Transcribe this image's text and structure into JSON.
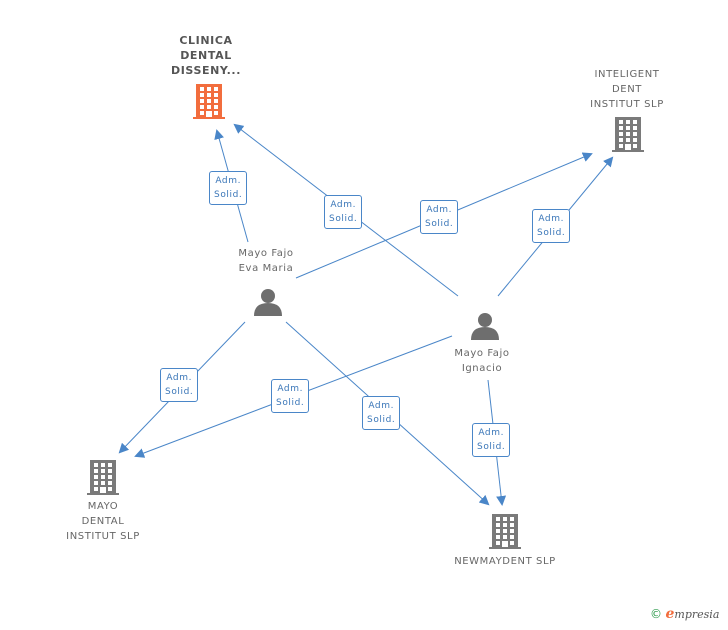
{
  "diagram": {
    "companies": [
      {
        "id": "clinica",
        "name": "CLINICA\nDENTAL\nDISSENY...",
        "focus": true,
        "color": "#f26d3d"
      },
      {
        "id": "inteligent",
        "name": "INTELIGENT\nDENT\nINSTITUT  SLP",
        "focus": false,
        "color": "#7a7a7a"
      },
      {
        "id": "mayo",
        "name": "MAYO\nDENTAL\nINSTITUT SLP",
        "focus": false,
        "color": "#7a7a7a"
      },
      {
        "id": "newmaydent",
        "name": "NEWMAYDENT SLP",
        "focus": false,
        "color": "#7a7a7a"
      }
    ],
    "persons": [
      {
        "id": "eva",
        "name": "Mayo Fajo\nEva Maria",
        "color": "#6e6e6e"
      },
      {
        "id": "ignacio",
        "name": "Mayo Fajo\nIgnacio",
        "color": "#6e6e6e"
      }
    ],
    "relations": [
      {
        "from": "eva",
        "to": "clinica",
        "label": "Adm.\nSolid."
      },
      {
        "from": "ignacio",
        "to": "clinica",
        "label": "Adm.\nSolid."
      },
      {
        "from": "eva",
        "to": "inteligent",
        "label": "Adm.\nSolid."
      },
      {
        "from": "ignacio",
        "to": "inteligent",
        "label": "Adm.\nSolid."
      },
      {
        "from": "eva",
        "to": "mayo",
        "label": "Adm.\nSolid."
      },
      {
        "from": "ignacio",
        "to": "mayo",
        "label": "Adm.\nSolid."
      },
      {
        "from": "eva",
        "to": "newmaydent",
        "label": "Adm.\nSolid."
      },
      {
        "from": "ignacio",
        "to": "newmaydent",
        "label": "Adm.\nSolid."
      }
    ],
    "edge_color": "#4a86c8"
  },
  "watermark": {
    "copyright": "©",
    "brand_first": "e",
    "brand_rest": "mpresia"
  }
}
